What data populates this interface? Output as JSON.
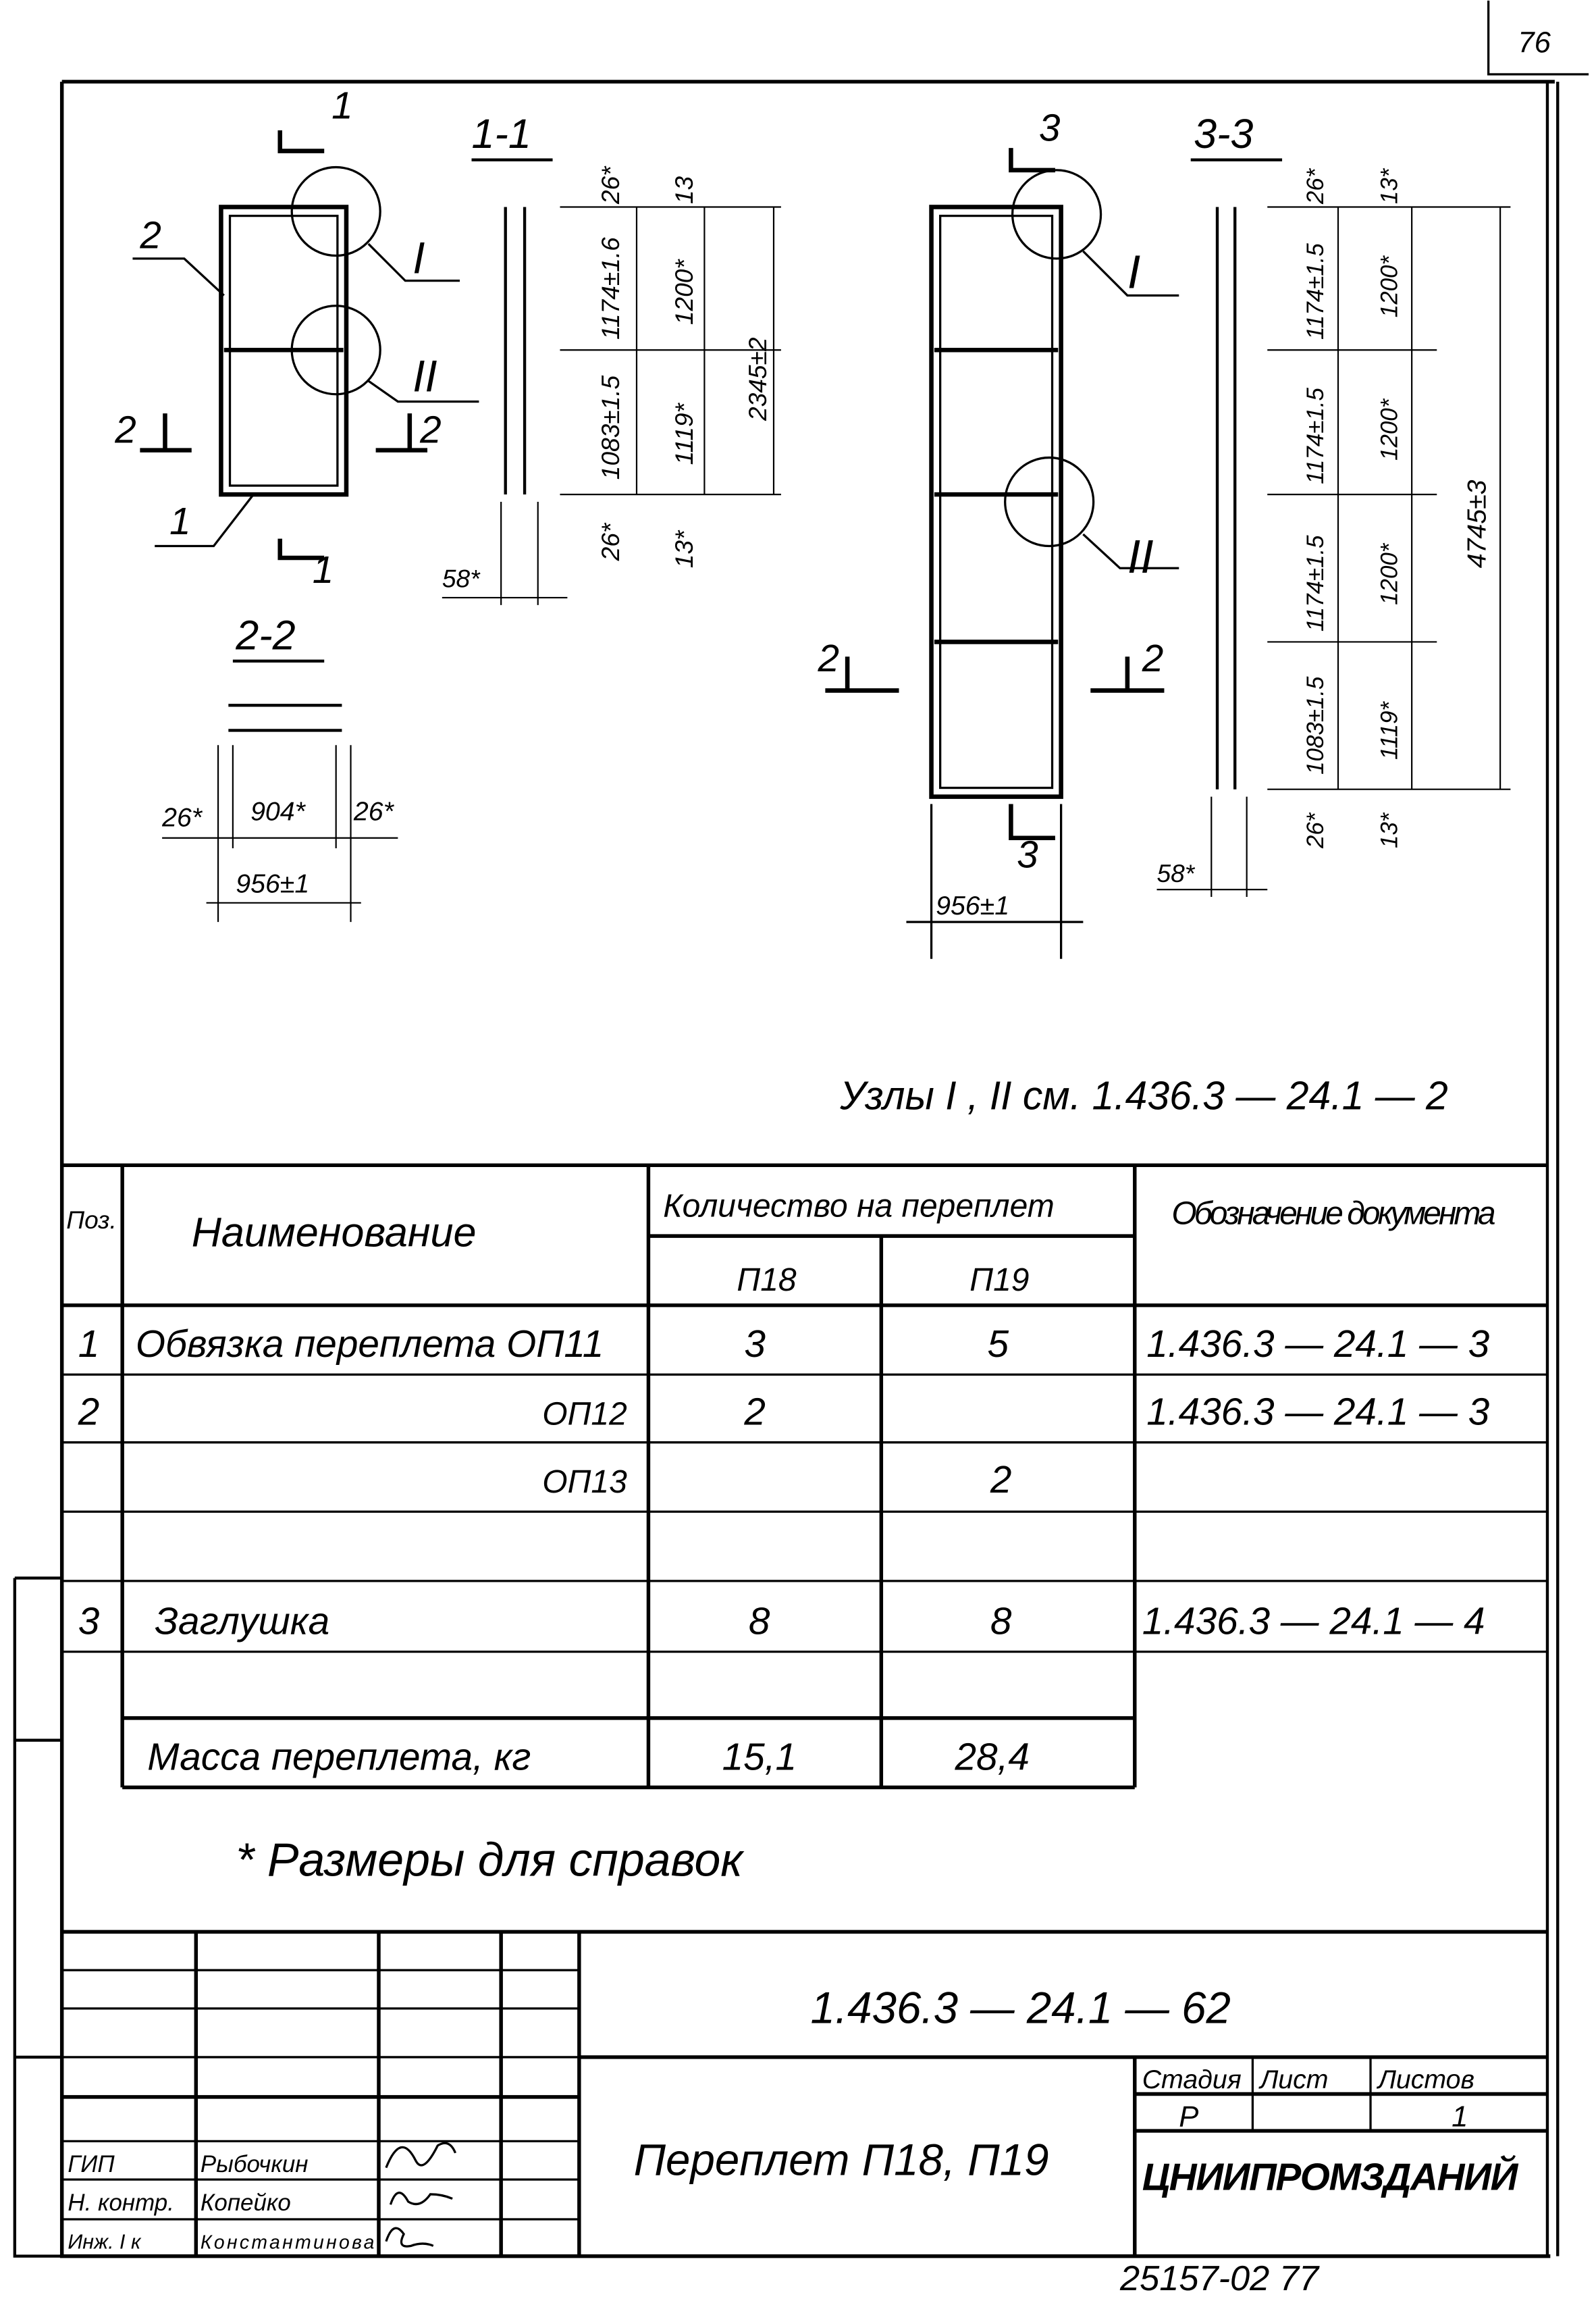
{
  "sheet_number": "76",
  "drawing": {
    "sections": {
      "s1": "1-1",
      "s2": "2-2",
      "s3": "3-3"
    },
    "marks": {
      "one": "1",
      "two": "2",
      "three": "3",
      "node_I": "I",
      "node_II": "II",
      "pos1": "1",
      "pos2": "2"
    },
    "dims_1_1": {
      "a": "26*",
      "b": "1174±1.6",
      "c": "1083±1.5",
      "d": "26*",
      "e": "13",
      "f": "1200*",
      "g": "1119*",
      "h": "13*",
      "total": "2345±2",
      "w": "58*"
    },
    "dims_2_2": {
      "left": "26*",
      "mid": "904*",
      "right": "26*",
      "total": "956±1"
    },
    "dims_3_3": {
      "a": "26*",
      "b1": "1174±1.5",
      "b2": "1174±1.5",
      "b3": "1174±1.5",
      "c": "1083±1.5",
      "d": "26*",
      "e": "13*",
      "f1": "1200*",
      "f2": "1200*",
      "f3": "1200*",
      "g": "1119*",
      "h": "13*",
      "total": "4745±3",
      "w": "58*"
    },
    "width_p19": "956±1",
    "note_nodes": "Узлы  I , II  см.  1.436.3 — 24.1 — 2"
  },
  "table": {
    "headers": {
      "pos": "Поз.",
      "name": "Наименование",
      "qty": "Количество на переплет",
      "p18": "П18",
      "p19": "П19",
      "doc": "Обозначение документа"
    },
    "rows": [
      {
        "pos": "1",
        "name": "Обвязка переплета ОП11",
        "p18": "3",
        "p19": "5",
        "doc": "1.436.3 — 24.1 — 3"
      },
      {
        "pos": "2",
        "name": "ОП12",
        "p18": "2",
        "p19": "",
        "doc": "1.436.3 — 24.1 — 3"
      },
      {
        "pos": "",
        "name": "ОП13",
        "p18": "",
        "p19": "2",
        "doc": ""
      },
      {
        "pos": "",
        "name": "",
        "p18": "",
        "p19": "",
        "doc": ""
      },
      {
        "pos": "3",
        "name": "Заглушка",
        "p18": "8",
        "p19": "8",
        "doc": "1.436.3 — 24.1 — 4"
      },
      {
        "pos": "",
        "name": "",
        "p18": "",
        "p19": "",
        "doc": ""
      },
      {
        "pos": "",
        "name": "Масса переплета, кг",
        "p18": "15,1",
        "p19": "28,4",
        "doc": ""
      }
    ]
  },
  "footnote": "* Размеры для справок",
  "stamp": {
    "code": "1.436.3 — 24.1 — 62",
    "title": "Переплет  П18, П19",
    "stage_label": "Стадия",
    "sheet_label": "Лист",
    "sheets_label": "Листов",
    "stage": "Р",
    "sheet": "",
    "sheets": "1",
    "org": "ЦНИИПРОМЗДАНИЙ",
    "people": [
      {
        "role": "ГИП",
        "name": "Рыбочкин"
      },
      {
        "role": "Н. контр.",
        "name": "Копейко"
      },
      {
        "role": "Инж. I к",
        "name": "Константинова"
      }
    ]
  },
  "bottom_code": "25157-02   77"
}
